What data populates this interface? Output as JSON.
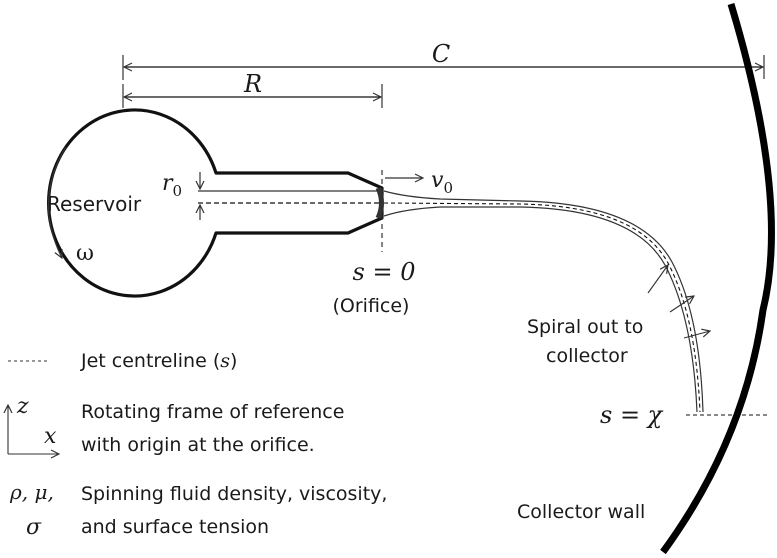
{
  "diagram": {
    "dimensions": {
      "C_label": "C",
      "R_label": "R"
    },
    "reservoir": {
      "label": "Reservoir",
      "omega_label": "ω"
    },
    "nozzle": {
      "r0_label": "r",
      "r0_subscript": "0",
      "v0_label": "v",
      "v0_subscript": "0"
    },
    "orifice": {
      "s_equation": "s = 0",
      "caption": "(Orifice)"
    },
    "jet": {
      "spiral_line1": "Spiral out to",
      "spiral_line2": "collector",
      "s_end_equation": "s = χ"
    },
    "collector": {
      "label": "Collector wall"
    },
    "legend": {
      "items": [
        {
          "symbol": "dashed-line",
          "text": "Jet centreline (",
          "math": "s",
          "text_end": ")"
        },
        {
          "symbol": "axes",
          "axis_z": "z",
          "axis_x": "x",
          "line1": "Rotating frame of reference",
          "line2": "with origin at the orifice."
        },
        {
          "symbol_line1": "ρ, μ,",
          "symbol_line2": "σ",
          "line1": "Spinning fluid density, viscosity,",
          "line2": "and surface tension"
        }
      ]
    }
  }
}
